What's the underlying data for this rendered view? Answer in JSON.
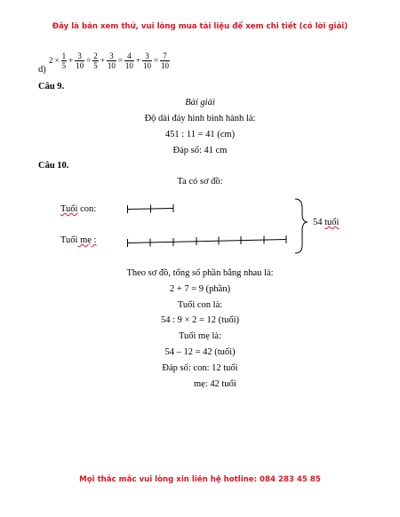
{
  "banner": "Đây là bản xem thử, vui lòng mua tài liệu để xem chi tiết (có lời giải)",
  "part_d": {
    "label": "d)",
    "coef": "2",
    "times": "×",
    "plus": "+",
    "eq": "=",
    "f1": {
      "num": "1",
      "den": "5"
    },
    "f2": {
      "num": "3",
      "den": "10"
    },
    "f3": {
      "num": "2",
      "den": "5"
    },
    "f4": {
      "num": "3",
      "den": "10"
    },
    "f5": {
      "num": "4",
      "den": "10"
    },
    "f6": {
      "num": "3",
      "den": "10"
    },
    "f7": {
      "num": "7",
      "den": "10"
    }
  },
  "q9": {
    "heading": "Câu 9.",
    "solution_title": "Bài giải",
    "line1": "Độ dài đáy hình bình hành là:",
    "line2": "451 : 11 = 41 (cm)",
    "line3": "Đáp số: 41 cm"
  },
  "q10": {
    "heading": "Câu 10.",
    "intro": "Ta có sơ đồ:",
    "label_child_word": "Tuổi",
    "label_child_rest": " con:",
    "label_mother_word": "Tuổi",
    "label_mother_rest": " mẹ :",
    "brace_label_num": "54 ",
    "brace_label_word": "tuổi",
    "child_parts": 2,
    "mother_parts": 7,
    "lines": [
      "Theo sơ đồ, tổng số phần bằng nhau là:",
      "2 + 7 = 9 (phần)",
      "Tuổi con là:",
      "54 : 9 × 2 = 12 (tuổi)",
      "Tuổi mẹ là:",
      "54 – 12 = 42 (tuổi)",
      "Đáp số: con: 12 tuổi"
    ],
    "answer_mother": "mẹ: 42 tuổi"
  },
  "footer": "Mọi thắc mắc vui lòng xin liên hệ hotline: 084 283 45 85",
  "colors": {
    "banner": "#e0141e",
    "text": "#000000"
  }
}
